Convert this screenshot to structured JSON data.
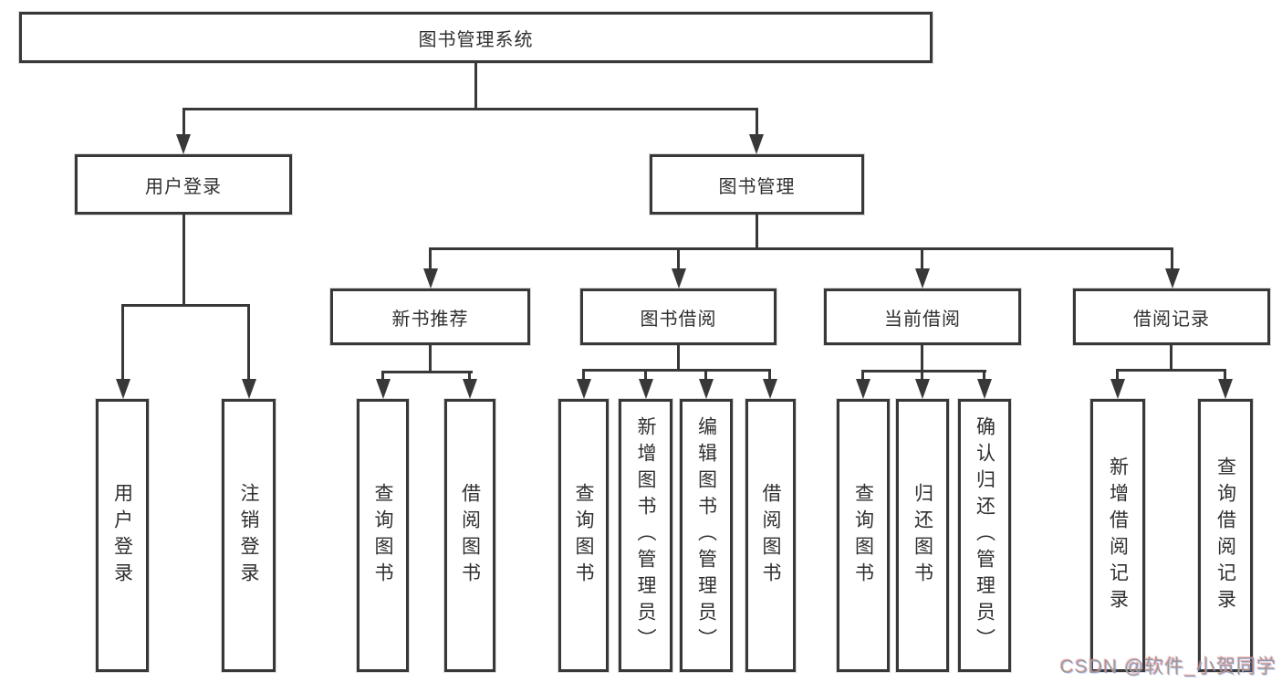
{
  "diagram": {
    "root": {
      "label": "图书管理系统"
    },
    "user_login": {
      "label": "用户登录",
      "children": [
        {
          "label": "用户登录"
        },
        {
          "label": "注销登录"
        }
      ]
    },
    "book_management": {
      "label": "图书管理",
      "sections": [
        {
          "label": "新书推荐",
          "children": [
            {
              "label": "查询图书"
            },
            {
              "label": "借阅图书"
            }
          ]
        },
        {
          "label": "图书借阅",
          "children": [
            {
              "label": "查询图书"
            },
            {
              "label": "新增图书（管理员）"
            },
            {
              "label": "编辑图书（管理员）"
            },
            {
              "label": "借阅图书"
            }
          ]
        },
        {
          "label": "当前借阅",
          "children": [
            {
              "label": "查询图书"
            },
            {
              "label": "归还图书"
            },
            {
              "label": "确认归还（管理员）"
            }
          ]
        },
        {
          "label": "借阅记录",
          "children": [
            {
              "label": "新增借阅记录"
            },
            {
              "label": "查询借阅记录"
            }
          ]
        }
      ]
    },
    "watermark": {
      "text": "CSDN @软件_小贺同学"
    },
    "colors": {
      "line": "#383838",
      "text": "#2f2f2f",
      "watermark": "#9a9a9a",
      "background": "#ffffff"
    }
  }
}
